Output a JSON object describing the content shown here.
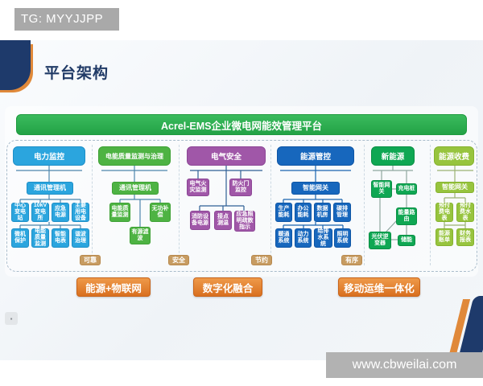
{
  "watermarks": {
    "top": "TG: MYYJJPP",
    "bottom": "www.cbweilai.com"
  },
  "title": "平台架构",
  "platform_banner": "Acrel-EMS企业微电网能效管理平台",
  "columns": [
    {
      "header": "电力监控",
      "l2": [
        "通讯管理机"
      ],
      "l3": [
        "中心变电站",
        "10kV变电所",
        "应急电源",
        "主要用电设备"
      ],
      "l4": [
        "微机保护",
        "电能质量监测",
        "智能电表",
        "谐波治理"
      ]
    },
    {
      "header": "电能质量监测与治理",
      "l2": [
        "通讯管理机"
      ],
      "l3": [
        "电能质量监测",
        "无功补偿"
      ],
      "l4": [
        "有源滤波"
      ]
    },
    {
      "header": "电气安全",
      "l2": [
        "电气火灾监测",
        "防火门监控"
      ],
      "l3": [
        "消防设备电源",
        "接点测温",
        "应急照明疏散指示"
      ]
    },
    {
      "header": "能源管控",
      "l2": [
        "智能网关"
      ],
      "l3": [
        "生产能耗",
        "办公能耗",
        "数据机房",
        "碳排管理"
      ],
      "l4": [
        "暖通系统",
        "动力系统",
        "给排水系统",
        "照明系统"
      ]
    },
    {
      "header": "新能源",
      "l2": [
        "智能网关",
        "充电桩"
      ],
      "l3": [
        "能量路由"
      ],
      "l4": [
        "光伏逆变器",
        "储能"
      ]
    },
    {
      "header": "能源收费",
      "l2": [
        "智能网关"
      ],
      "l3": [
        "预付费电表",
        "预付费水表"
      ],
      "l4": [
        "能源账单",
        "财务报表"
      ]
    }
  ],
  "badges": [
    "可靠",
    "安全",
    "节约",
    "有序"
  ],
  "bottom_banners": [
    "能源+物联网",
    "数字化融合",
    "移动运维一体化"
  ],
  "colors": {
    "power_monitoring": "#2ba5de",
    "power_quality": "#4eb343",
    "electrical_safety": "#a057a8",
    "energy_control": "#1767bd",
    "new_energy": "#0fa753",
    "energy_billing": "#97c43e",
    "platform_banner_green": "#23a246",
    "bottom_banner_orange": "#d96f1f",
    "badge_tan": "#c79c62",
    "accent_navy": "#1e3a6b"
  }
}
